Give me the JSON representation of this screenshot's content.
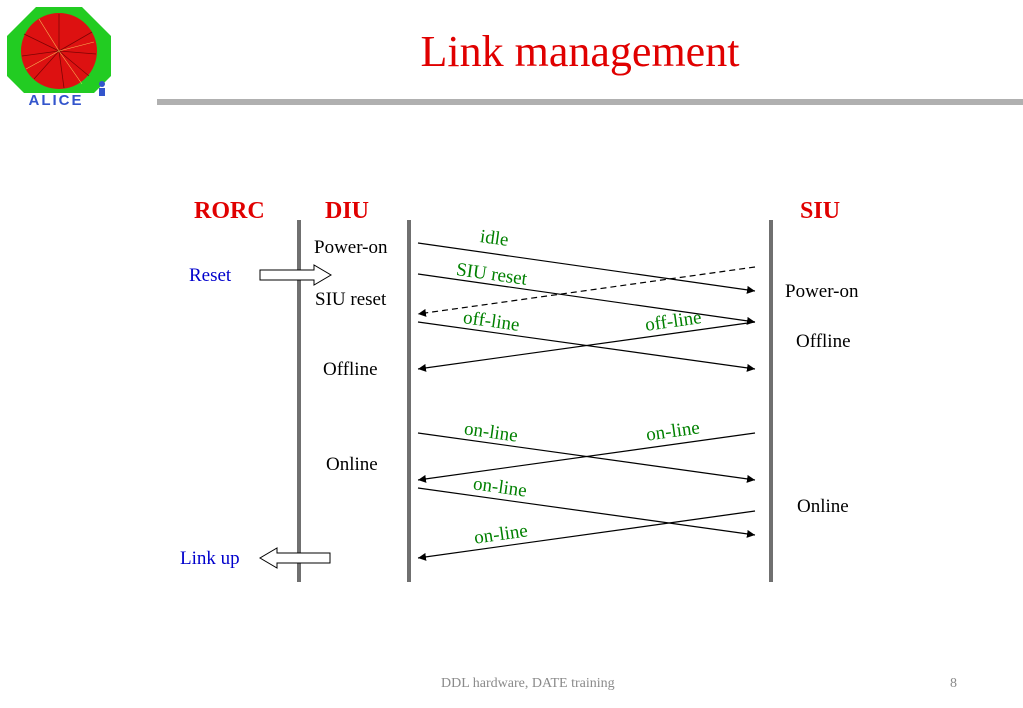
{
  "slide": {
    "title": "Link management",
    "footer_text": "DDL hardware, DATE training",
    "page_number": "8"
  },
  "logo": {
    "text": "ALICE"
  },
  "columns": {
    "rorc": "RORC",
    "diu": "DIU",
    "siu": "SIU"
  },
  "rorc_labels": {
    "reset": "Reset",
    "link_up": "Link up"
  },
  "diu_states": {
    "power_on": "Power-on",
    "siu_reset": "SIU reset",
    "offline": "Offline",
    "online": "Online"
  },
  "siu_states": {
    "power_on": "Power-on",
    "offline": "Offline",
    "online": "Online"
  },
  "messages": {
    "idle": "idle",
    "siu_reset": "SIU reset",
    "off_line_diu": "off-line",
    "off_line_siu": "off-line",
    "on_line_diu_1": "on-line",
    "on_line_siu_1": "on-line",
    "on_line_diu_2": "on-line",
    "on_line_siu_2": "on-line"
  },
  "colors": {
    "title": "#e00000",
    "column_headers": "#e00000",
    "rorc_labels": "#0000cc",
    "messages": "#008000",
    "lifelines": "#707070",
    "rule": "#b0b0b0"
  }
}
